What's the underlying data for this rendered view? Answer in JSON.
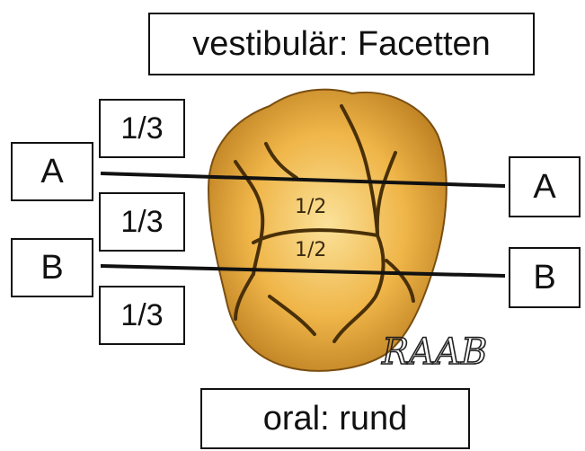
{
  "title": "vestibulär: Facetten",
  "bottom_label": "oral: rund",
  "left_labels": {
    "a": "A",
    "b": "B"
  },
  "right_labels": {
    "a": "A",
    "b": "B"
  },
  "thirds": [
    "1/3",
    "1/3",
    "1/3"
  ],
  "halves": [
    "1/2",
    "1/2"
  ],
  "signature": "RAAB",
  "colors": {
    "tooth_fill": "#e8a838",
    "tooth_light": "#f7d680",
    "tooth_dark": "#8a5a14",
    "line": "#111111"
  }
}
